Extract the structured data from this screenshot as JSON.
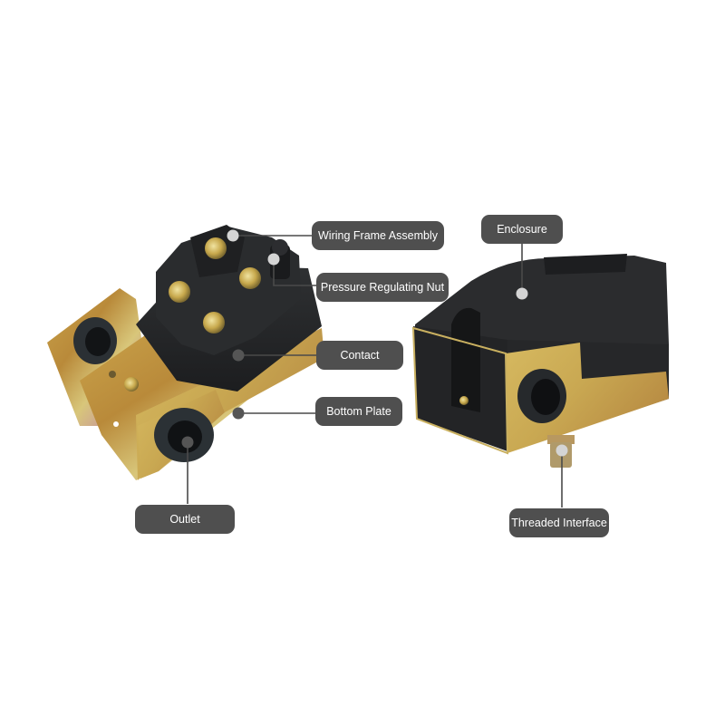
{
  "diagram": {
    "type": "annotated-product-diagram",
    "subject": "Pressure switch (two views)",
    "colors": {
      "background": "#ffffff",
      "label_bg": "#4f4f4f",
      "label_text": "#ffffff",
      "leader_line": "#4a4a4a",
      "marker_light": "#d4d4d4",
      "marker_dark": "#555555"
    },
    "labels": [
      {
        "id": "wiring-frame-assembly",
        "text": "Wiring Frame Assembly"
      },
      {
        "id": "pressure-regulating-nut",
        "text": "Pressure Regulating Nut"
      },
      {
        "id": "contact",
        "text": "Contact"
      },
      {
        "id": "bottom-plate",
        "text": "Bottom Plate"
      },
      {
        "id": "outlet",
        "text": "Outlet"
      },
      {
        "id": "enclosure",
        "text": "Enclosure"
      },
      {
        "id": "threaded-interface",
        "text": "Threaded Interface"
      }
    ]
  }
}
